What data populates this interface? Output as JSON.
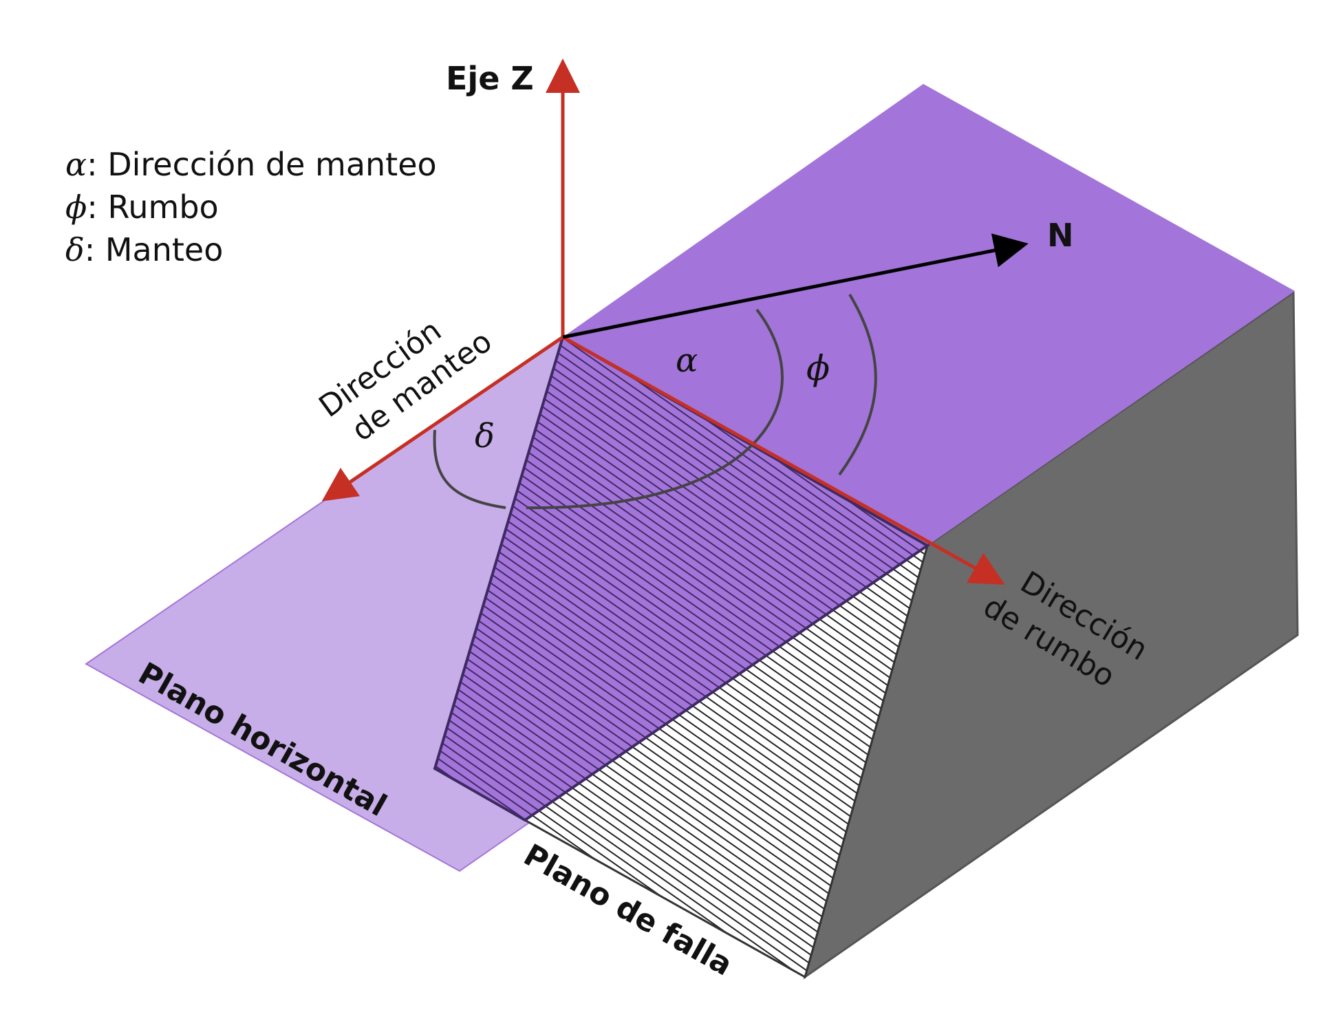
{
  "legend": {
    "alpha_symbol": "α",
    "alpha_text": ": Dirección de manteo",
    "phi_symbol": "ϕ",
    "phi_text": ": Rumbo",
    "delta_symbol": "δ",
    "delta_text": ": Manteo"
  },
  "axes": {
    "z_axis": "Eje Z",
    "north": "N",
    "dip_direction_line1": "Dirección",
    "dip_direction_line2": "de manteo",
    "strike_direction_line1": "Dirección",
    "strike_direction_line2": "de rumbo"
  },
  "angles": {
    "alpha": "α",
    "phi": "ϕ",
    "delta": "δ"
  },
  "planes": {
    "horizontal": "Plano horizontal",
    "fault": "Plano de falla"
  },
  "colors": {
    "top_face": "#a374d9",
    "side_face": "#6b6b6b",
    "horizontal_plane": "#c8aee9",
    "axis_red": "#c62f24",
    "fault_outline": "#3e2a63"
  }
}
